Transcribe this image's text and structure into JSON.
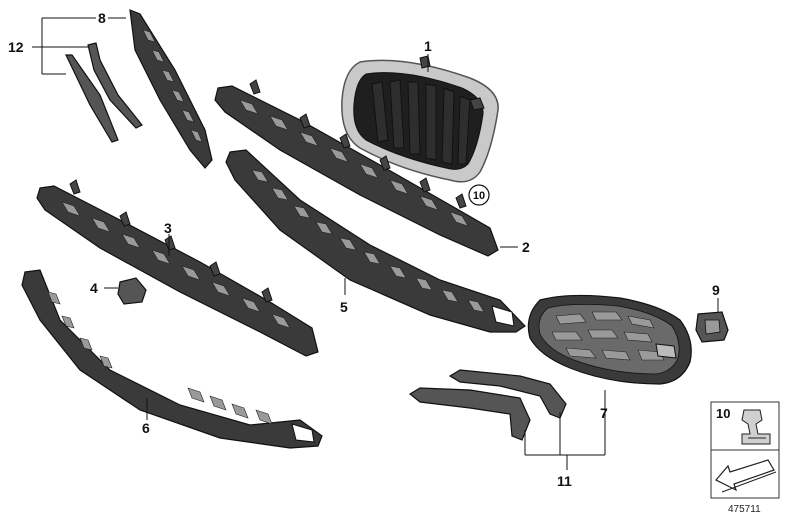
{
  "diagram": {
    "drawing_number": "475711",
    "callouts": {
      "c1": "1",
      "c2": "2",
      "c3": "3",
      "c4": "4",
      "c5": "5",
      "c6": "6",
      "c7": "7",
      "c8": "8",
      "c9": "9",
      "c10_circled": "10",
      "c11": "11",
      "c12": "12"
    },
    "legend": {
      "label": "10"
    }
  }
}
